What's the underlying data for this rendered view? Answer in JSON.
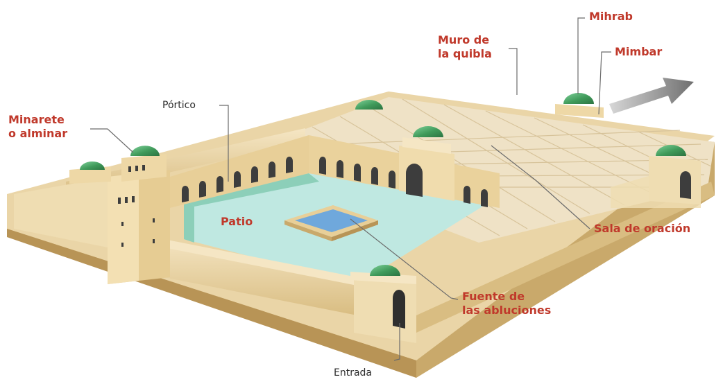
{
  "labels": {
    "mihrab": "Mihrab",
    "muro_quibla": "Muro de\nla quibla",
    "mimbar": "Mimbar",
    "portico": "Pórtico",
    "minarete": "Minarete\no alminar",
    "patio": "Patio",
    "sala_oracion": "Sala de oración",
    "fuente": "Fuente de\nlas abluciones",
    "entrada": "Entrada"
  },
  "colors": {
    "label_accent": "#c0392b",
    "label_plain": "#2b2b2b",
    "wall_light": "#f3e3bd",
    "wall_mid": "#e6cf9b",
    "wall_dark": "#c9a96b",
    "roof": "#efe2c6",
    "courtyard": "#bfe8e1",
    "courtyard_shadow": "#8ccfb9",
    "dome": "#3f9a5a",
    "arch": "#3d3d3d",
    "water": "#6fa8dc",
    "arrow": "#7d7d7d"
  },
  "icons": {
    "direction": "arrow-icon"
  }
}
